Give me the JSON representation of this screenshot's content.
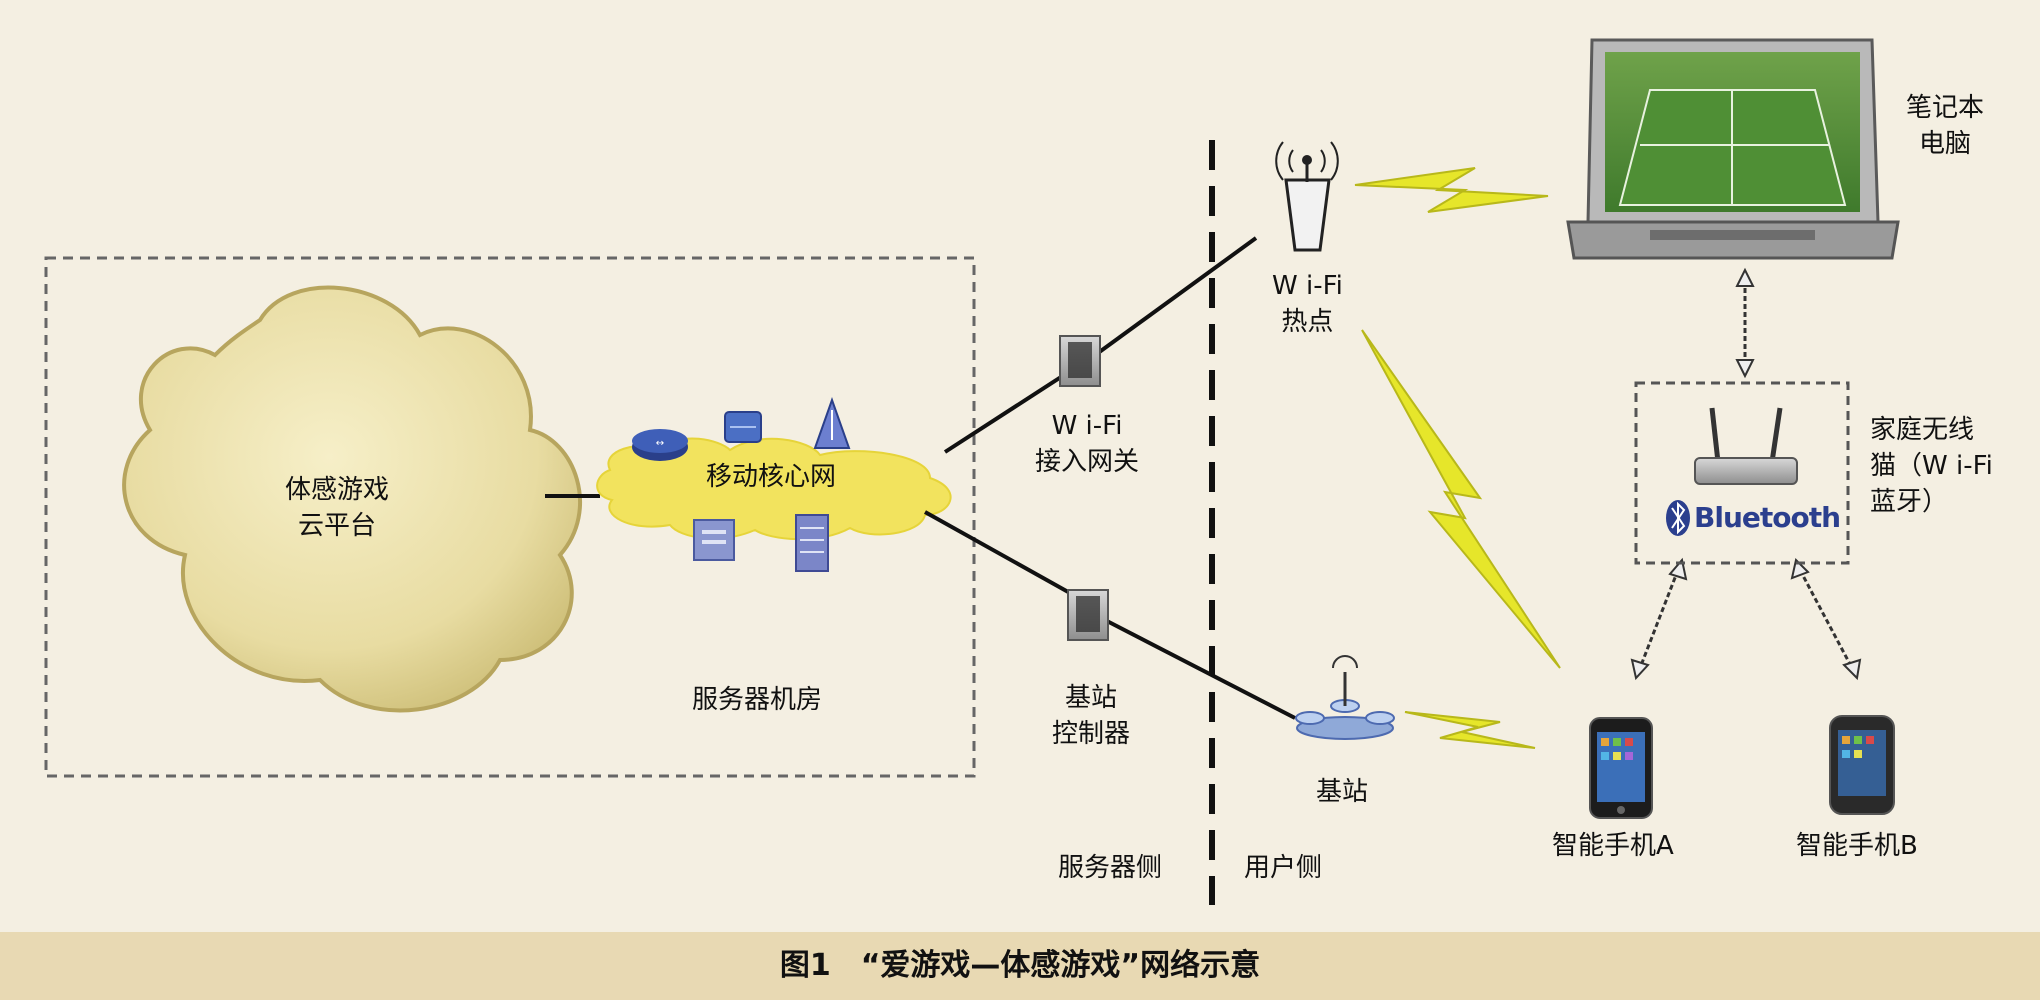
{
  "labels": {
    "cloud_platform": [
      "体感游戏",
      "云平台"
    ],
    "core_network": "移动核心网",
    "server_room": "服务器机房",
    "wifi_gateway": [
      "W i-Fi",
      "接入网关"
    ],
    "bs_controller": [
      "基站",
      "控制器"
    ],
    "wifi_hotspot": [
      "W i-Fi",
      "热点"
    ],
    "base_station": "基站",
    "laptop": [
      "笔记本",
      "电脑"
    ],
    "home_modem": [
      "家庭无线",
      "猫（W i-Fi",
      "蓝牙）"
    ],
    "bluetooth_logo": "Bluetooth",
    "phone_a": "智能手机A",
    "phone_b": "智能手机B",
    "server_side": "服务器侧",
    "user_side": "用户侧"
  },
  "caption": "图1　“爱游戏—体感游戏”网络示意"
}
